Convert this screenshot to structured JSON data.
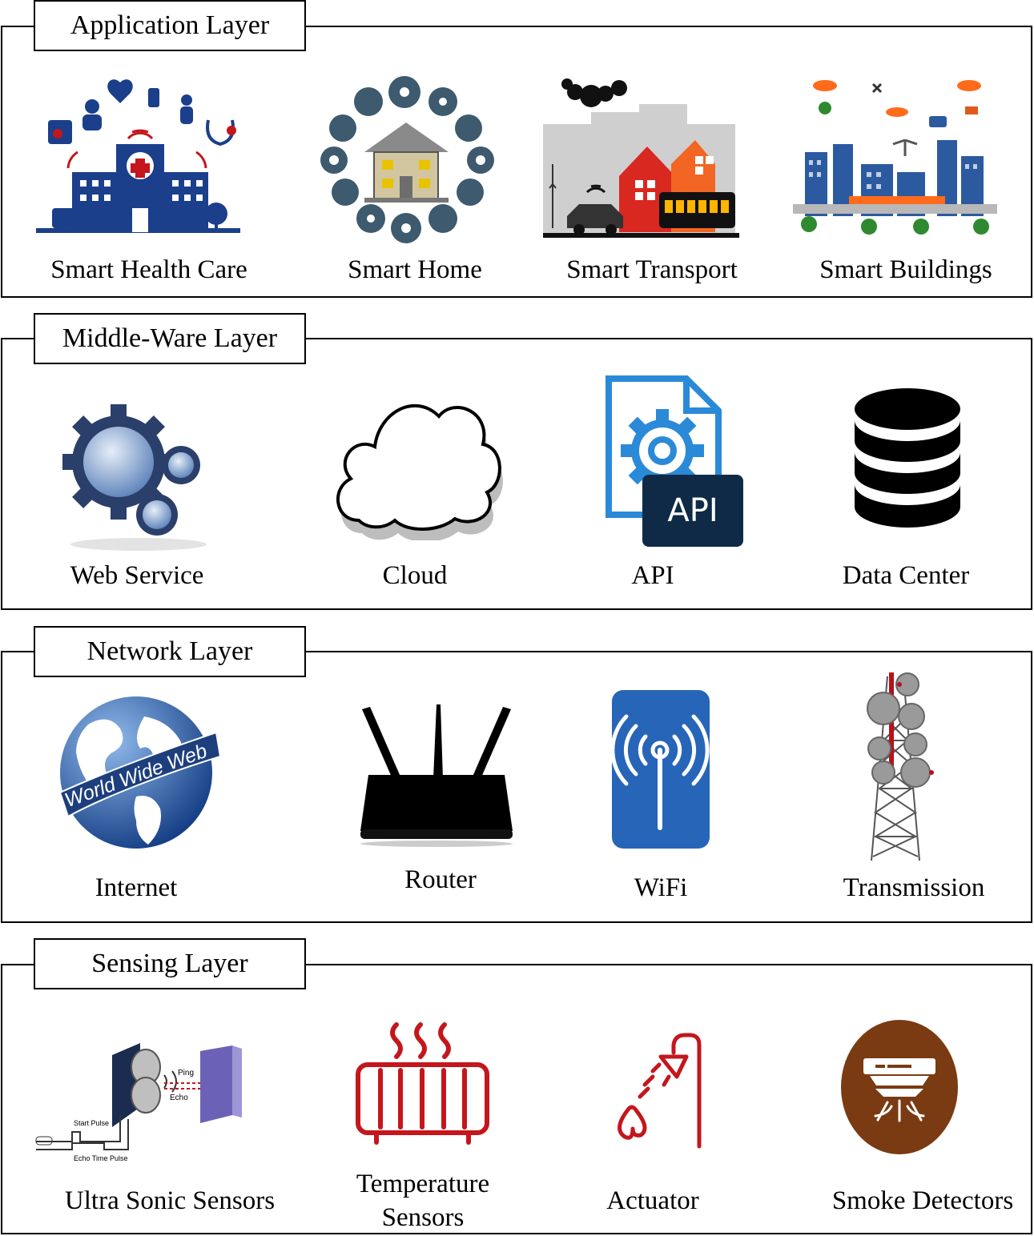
{
  "layers": [
    {
      "title": "Application Layer",
      "items": [
        {
          "label": "Smart Health Care",
          "icon": "hospital-icon"
        },
        {
          "label": "Smart Home",
          "icon": "smart-home-icon"
        },
        {
          "label": "Smart Transport",
          "icon": "smart-city-transport-icon"
        },
        {
          "label": "Smart Buildings",
          "icon": "smart-buildings-icon"
        }
      ]
    },
    {
      "title": "Middle-Ware Layer",
      "items": [
        {
          "label": "Web Service",
          "icon": "gears-icon"
        },
        {
          "label": "Cloud",
          "icon": "cloud-icon"
        },
        {
          "label": "API",
          "icon": "api-document-icon",
          "badge": "API"
        },
        {
          "label": "Data Center",
          "icon": "database-icon"
        }
      ]
    },
    {
      "title": "Network Layer",
      "items": [
        {
          "label": "Internet",
          "icon": "globe-icon",
          "banner": "World Wide Web"
        },
        {
          "label": "Router",
          "icon": "router-icon"
        },
        {
          "label": "WiFi",
          "icon": "wifi-icon"
        },
        {
          "label": "Transmission",
          "icon": "transmission-tower-icon"
        }
      ]
    },
    {
      "title": "Sensing Layer",
      "items": [
        {
          "label": "Ultra Sonic Sensors",
          "icon": "ultrasonic-sensor-icon",
          "annot": [
            "Ping",
            "Echo",
            "Start Pulse",
            "Echo Time Pulse"
          ]
        },
        {
          "label": "Temperature Sensors",
          "label_line1": "Temperature",
          "label_line2": "Sensors",
          "icon": "heater-icon"
        },
        {
          "label": "Actuator",
          "icon": "sprinkler-actuator-icon"
        },
        {
          "label": "Smoke Detectors",
          "icon": "smoke-detector-icon"
        }
      ]
    }
  ]
}
